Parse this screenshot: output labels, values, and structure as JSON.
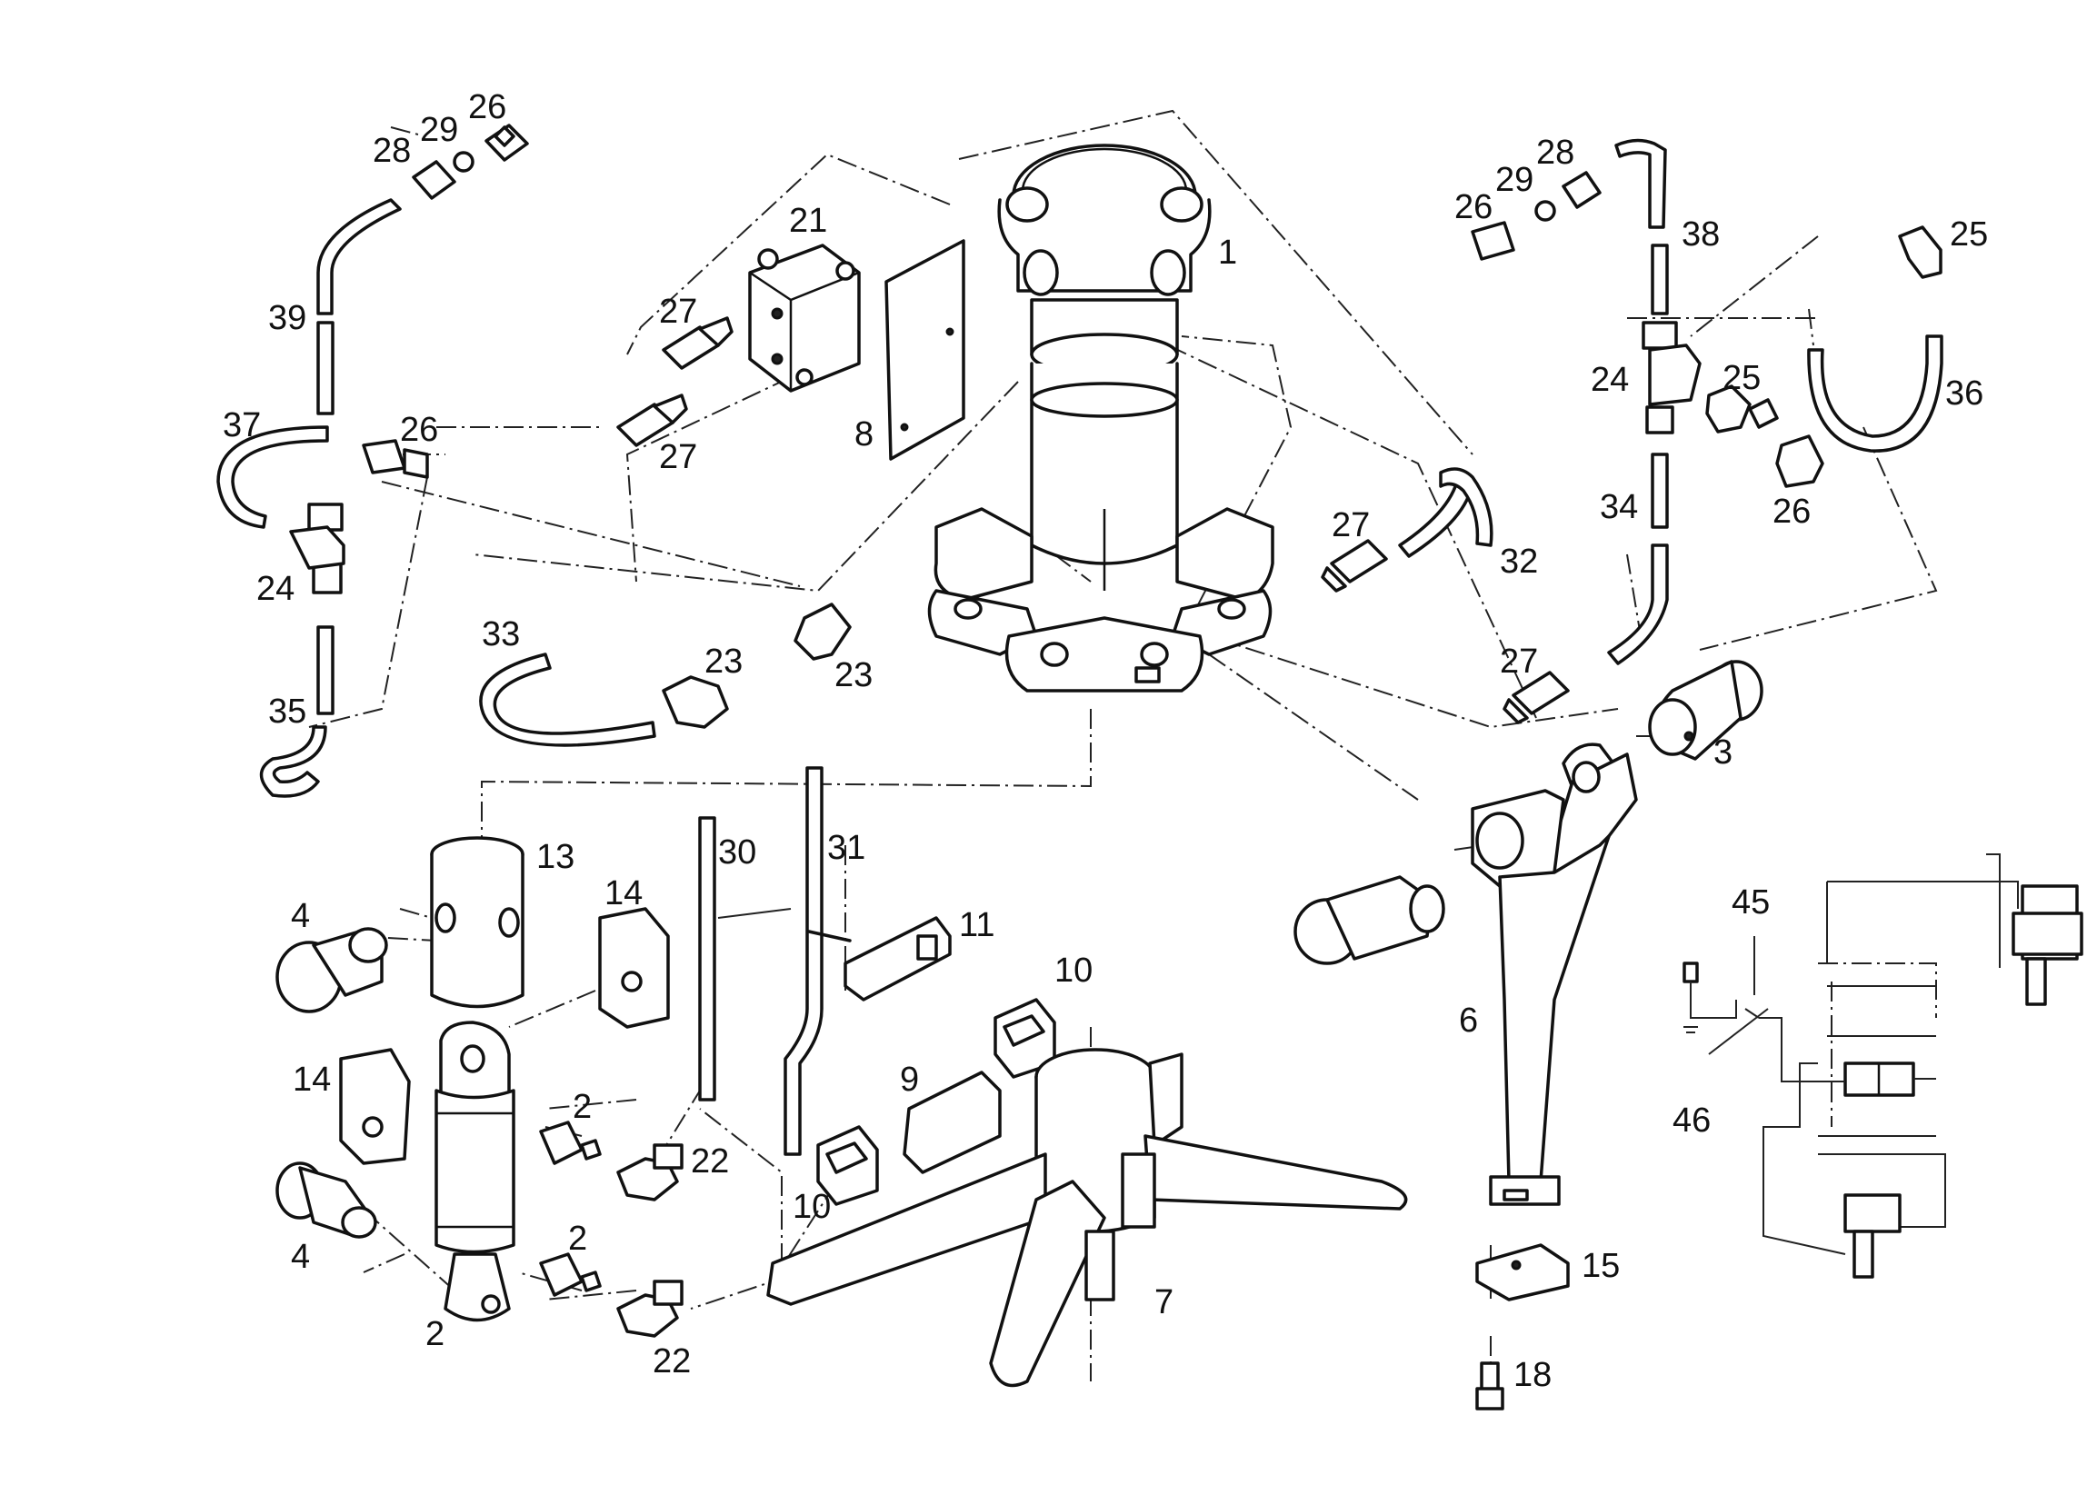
{
  "diagram": {
    "type": "exploded parts diagram",
    "callouts": {
      "c1": "1",
      "c2a": "2",
      "c2b": "2",
      "c2c": "2",
      "c3": "3",
      "c4a": "4",
      "c4b": "4",
      "c6": "6",
      "c7": "7",
      "c8": "8",
      "c9": "9",
      "c10a": "10",
      "c10b": "10",
      "c11": "11",
      "c13": "13",
      "c14a": "14",
      "c14b": "14",
      "c15": "15",
      "c18": "18",
      "c21": "21",
      "c22a": "22",
      "c22b": "22",
      "c23a": "23",
      "c23b": "23",
      "c24a": "24",
      "c24b": "24",
      "c25a": "25",
      "c25b": "25",
      "c26a": "26",
      "c26b": "26",
      "c26c": "26",
      "c26d": "26",
      "c27a": "27",
      "c27b": "27",
      "c27c": "27",
      "c27d": "27",
      "c28a": "28",
      "c28b": "28",
      "c29a": "29",
      "c29b": "29",
      "c30": "30",
      "c31": "31",
      "c32": "32",
      "c33": "33",
      "c34": "34",
      "c35": "35",
      "c36": "36",
      "c37": "37",
      "c38": "38",
      "c39": "39",
      "c45": "45",
      "c46": "46"
    }
  }
}
